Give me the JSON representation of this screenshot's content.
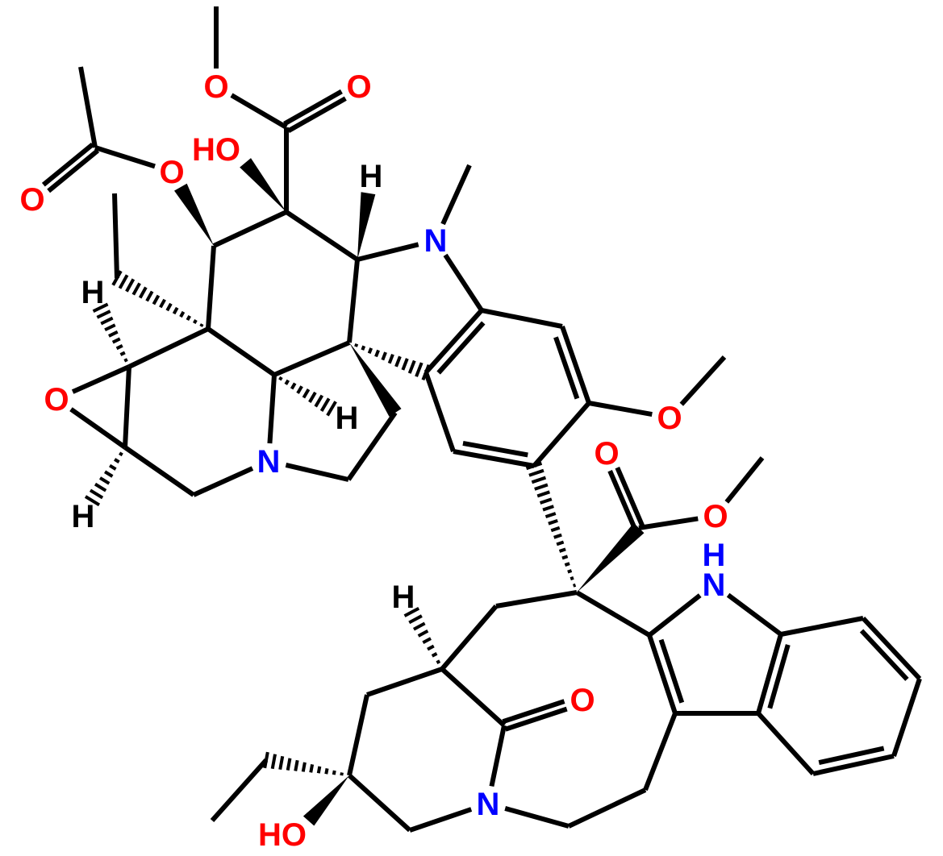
{
  "colors": {
    "bond": "#000000",
    "oxygen": "#ff0000",
    "nitrogen": "#0000ff",
    "hydrogen": "#000000"
  },
  "labels": [
    {
      "id": "O_ester_top",
      "text": "O",
      "element": "oxygen"
    },
    {
      "id": "O_carbonyl_top",
      "text": "O",
      "element": "oxygen"
    },
    {
      "id": "HO_top",
      "text": "HO",
      "element": "oxygen"
    },
    {
      "id": "O_acetoxy",
      "text": "O",
      "element": "oxygen"
    },
    {
      "id": "O_acetyl_carbonyl",
      "text": "O",
      "element": "oxygen"
    },
    {
      "id": "H_top",
      "text": "H",
      "element": "hydrogen"
    },
    {
      "id": "N_methyl",
      "text": "N",
      "element": "nitrogen"
    },
    {
      "id": "H_left",
      "text": "H",
      "element": "hydrogen"
    },
    {
      "id": "O_epoxide",
      "text": "O",
      "element": "oxygen"
    },
    {
      "id": "H_mid",
      "text": "H",
      "element": "hydrogen"
    },
    {
      "id": "N_bridge",
      "text": "N",
      "element": "nitrogen"
    },
    {
      "id": "H_lower_left",
      "text": "H",
      "element": "hydrogen"
    },
    {
      "id": "O_methoxy",
      "text": "O",
      "element": "oxygen"
    },
    {
      "id": "O_carbonyl_mid",
      "text": "O",
      "element": "oxygen"
    },
    {
      "id": "O_ester_mid",
      "text": "O",
      "element": "oxygen"
    },
    {
      "id": "N_indole",
      "text": "N",
      "element": "nitrogen"
    },
    {
      "id": "H_indole",
      "text": "H",
      "element": "nitrogen"
    },
    {
      "id": "H_bottom",
      "text": "H",
      "element": "hydrogen"
    },
    {
      "id": "O_lactam",
      "text": "O",
      "element": "oxygen"
    },
    {
      "id": "N_lactam",
      "text": "N",
      "element": "nitrogen"
    },
    {
      "id": "HO_bottom",
      "text": "HO",
      "element": "oxygen"
    }
  ]
}
